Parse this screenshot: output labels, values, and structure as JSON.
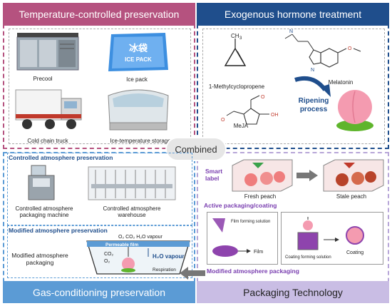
{
  "quadrants": {
    "temperature": {
      "title": "Temperature-controlled preservation",
      "color": "#b5527f"
    },
    "hormone": {
      "title": "Exogenous hormone treatment",
      "color": "#1f4e8c"
    },
    "gas": {
      "title": "Gas-conditioning preservation",
      "color": "#5b9bd5"
    },
    "packaging": {
      "title": "Packaging Technology",
      "color": "#b7a6d8"
    }
  },
  "center": {
    "label": "Combined"
  },
  "temperature": {
    "precool": "Precool",
    "icepack": "Ice pack",
    "icepack_text_cn": "冰袋",
    "icepack_text_en": "ICE PACK",
    "truck": "Cold chain truck",
    "storage": "Ice-temperature storage"
  },
  "hormone": {
    "mcp": "1-Methylcyclopropene",
    "mcp_ch3": "CH",
    "mcp_sub": "3",
    "melatonin": "Melatonin",
    "meja": "MeJA",
    "ripening": "Ripening\nprocess"
  },
  "gas": {
    "controlled_title": "Controlled atmosphere preservation",
    "machine": "Controlled atmosphere packaging machine",
    "warehouse": "Controlled atmosphere warehouse",
    "modified_title": "Modified atmosphere preservation",
    "gases": "O₂ CO₂ H₂O vapour",
    "permeable": "Permeable film",
    "co2": "CO₂",
    "o2": "O₂",
    "h2o": "H₂O vapour",
    "respiration": "Respiration",
    "map_label": "Modified atmosphere packaging"
  },
  "packaging": {
    "smart_label": "Smart label",
    "fresh": "Fresh peach",
    "stale": "Stale peach",
    "active_title": "Active packaging/coating",
    "film_solution": "Film forming solution",
    "film": "Film",
    "coating_solution": "Coating forming solution",
    "coating": "Coating",
    "map_title": "Modified atmosphere  packaging"
  }
}
